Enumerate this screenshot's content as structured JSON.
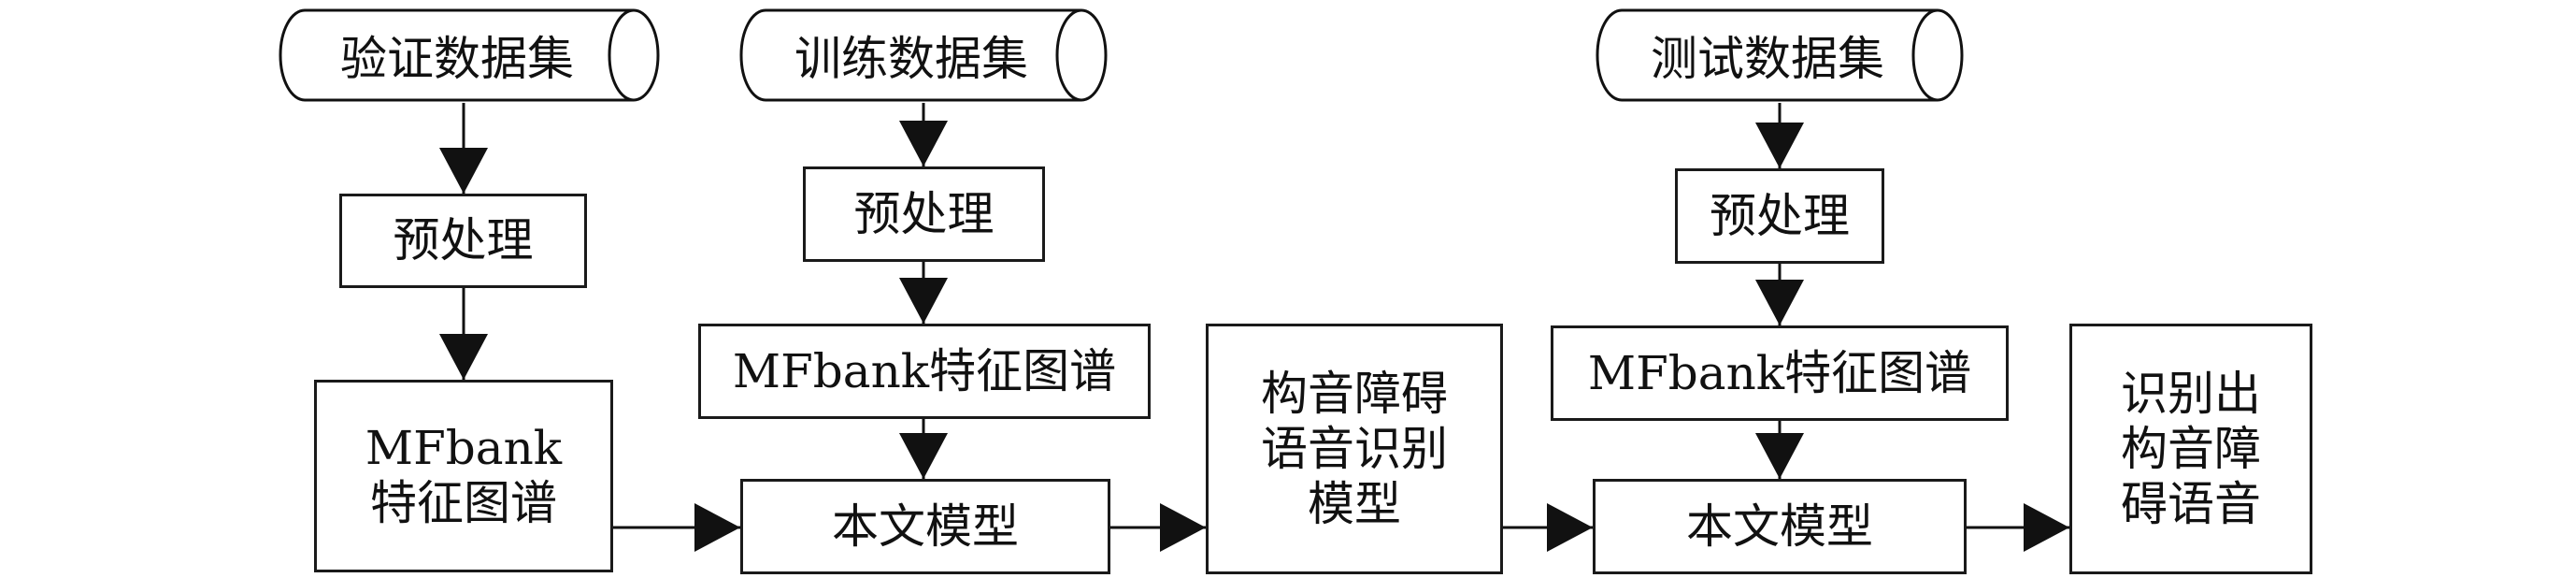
{
  "datasets": {
    "validation": "验证数据集",
    "training": "训练数据集",
    "test": "测试数据集"
  },
  "boxes": {
    "preprocess_1": "预处理",
    "preprocess_2": "预处理",
    "preprocess_3": "预处理",
    "mfbank_1": "MFbank\n特征图谱",
    "mfbank_2": "MFbank特征图谱",
    "mfbank_3": "MFbank特征图谱",
    "model_2": "本文模型",
    "model_3": "本文模型",
    "dysarthria_model": "构音障碍\n语音识别\n模型",
    "output": "识别出\n构音障\n碍语音"
  }
}
